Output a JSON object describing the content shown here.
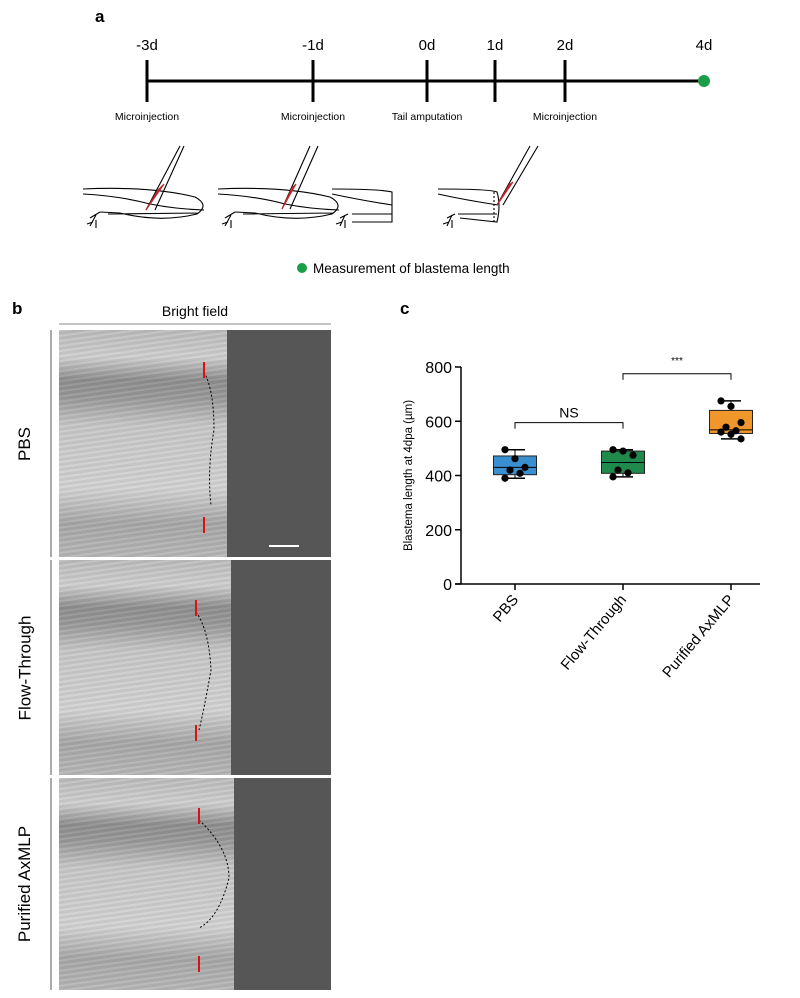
{
  "panel_a": {
    "letter": "a",
    "timepoints": [
      {
        "label": "-3d",
        "event": "Microinjection"
      },
      {
        "label": "-1d",
        "event": "Microinjection"
      },
      {
        "label": "0d",
        "event": "Tail amputation"
      },
      {
        "label": "1d",
        "event": ""
      },
      {
        "label": "2d",
        "event": "Microinjection"
      },
      {
        "label": "4d",
        "event": ""
      }
    ],
    "legend": "Measurement of blastema length",
    "colors": {
      "marker": "#1a9e4a",
      "needle": "#c0262b"
    }
  },
  "panel_b": {
    "letter": "b",
    "header": "Bright field",
    "rows": [
      "PBS",
      "Flow-Through",
      "Purified AxMLP"
    ]
  },
  "chart_data": {
    "type": "box",
    "letter": "c",
    "ylabel": "Blastema length at 4dpa (µm)",
    "xlabel": "",
    "ylim": [
      0,
      800
    ],
    "yticks": [
      0,
      200,
      400,
      600,
      800
    ],
    "categories": [
      "PBS",
      "Flow-Through",
      "Purified AxMLP"
    ],
    "series": [
      {
        "name": "PBS",
        "color": "#3a8fd0",
        "q1": 403,
        "median": 430,
        "q3": 472,
        "min": 390,
        "max": 495,
        "points": [
          495,
          462,
          430,
          420,
          408,
          390
        ]
      },
      {
        "name": "Flow-Through",
        "color": "#1f8a4c",
        "q1": 408,
        "median": 448,
        "q3": 490,
        "min": 395,
        "max": 495,
        "points": [
          495,
          490,
          475,
          420,
          410,
          395
        ]
      },
      {
        "name": "Purified AxMLP",
        "color": "#f0962a",
        "q1": 555,
        "median": 568,
        "q3": 640,
        "min": 535,
        "max": 675,
        "points": [
          675,
          655,
          595,
          578,
          565,
          560,
          552,
          535
        ]
      }
    ],
    "annotations": [
      {
        "from": "PBS",
        "to": "Flow-Through",
        "label": "NS",
        "y": 595
      },
      {
        "from": "Flow-Through",
        "to": "Purified AxMLP",
        "label": "***",
        "y": 775
      }
    ]
  }
}
